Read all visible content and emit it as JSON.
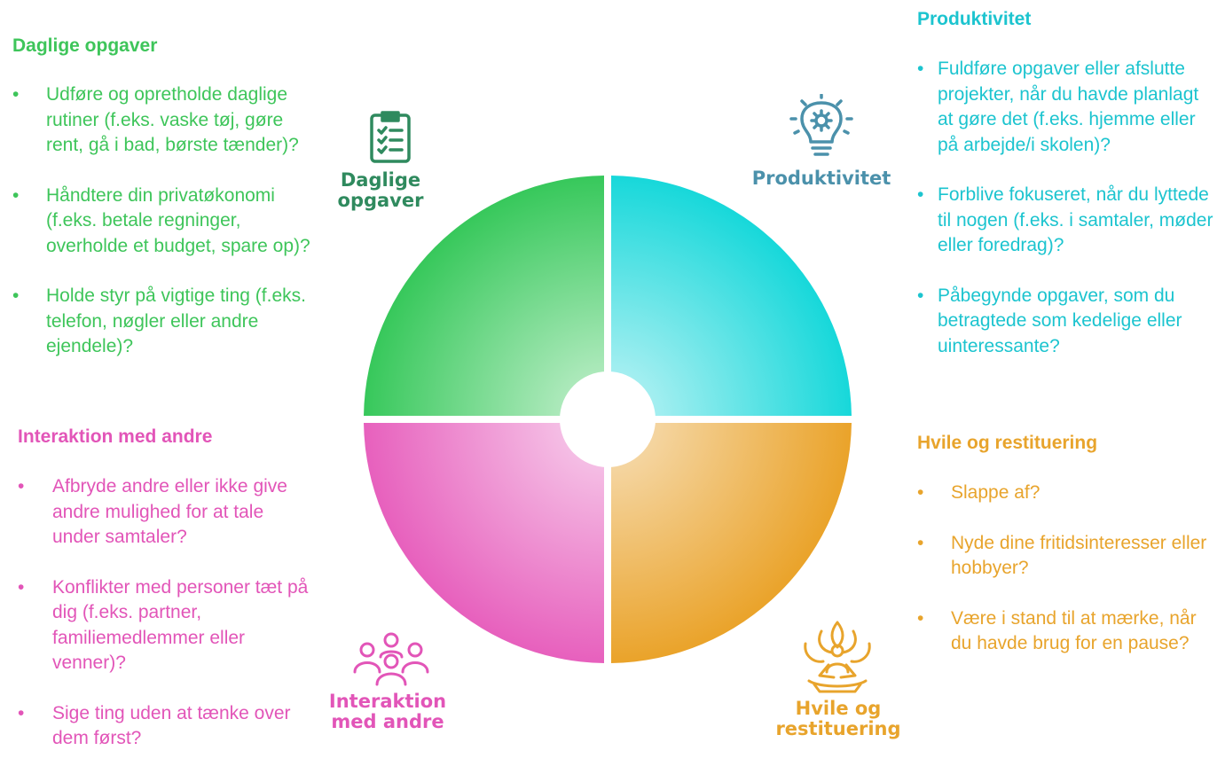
{
  "colors": {
    "daily": "#3ec55a",
    "productivity": "#1cc4cf",
    "social": "#e255b8",
    "rest": "#e8a42c",
    "daily_label": "#2f8a5e",
    "productivity_label": "#4b91ab"
  },
  "daily": {
    "title": "Daglige opgaver",
    "items": [
      "Udføre og opretholde daglige rutiner (f.eks. vaske tøj, gøre rent, gå i bad, børste tænder)?",
      "Håndtere din privatøkonomi (f.eks. betale regninger, overholde et budget, spare op)?",
      "Holde styr på vigtige ting (f.eks. telefon, nøgler eller andre ejendele)?"
    ]
  },
  "social": {
    "title": "Interaktion med andre",
    "items": [
      "Afbryde andre eller ikke give andre mulighed for at tale under samtaler?",
      "Konflikter med personer tæt på dig (f.eks. partner, familiemedlemmer eller venner)?",
      "Sige ting uden at tænke over dem først?"
    ]
  },
  "productivity": {
    "title": "Produktivitet",
    "items": [
      "Fuldføre opgaver eller afslutte projekter, når du havde planlagt at gøre det (f.eks. hjemme eller på arbejde/i skolen)?",
      "Forblive fokuseret, når du lyttede til nogen (f.eks. i samtaler, møder eller foredrag)?",
      "Påbegynde opgaver, som du betragtede som kedelige eller uinteressante?"
    ]
  },
  "rest": {
    "title": "Hvile og restituering",
    "items": [
      "Slappe af?",
      "Nyde dine fritidsinteresser eller hobbyer?",
      "Være i stand til at mærke, når du havde brug for en pause?"
    ]
  },
  "wheel": {
    "daily_label": [
      "Daglige",
      "opgaver"
    ],
    "productivity_label": [
      "Produktivitet"
    ],
    "social_label": [
      "Interaktion",
      "med andre"
    ],
    "rest_label": [
      "Hvile og",
      "restituering"
    ],
    "icons": {
      "daily": "clipboard-checklist-icon",
      "productivity": "lightbulb-gear-icon",
      "social": "group-people-icon",
      "rest": "meditation-lotus-icon"
    }
  }
}
